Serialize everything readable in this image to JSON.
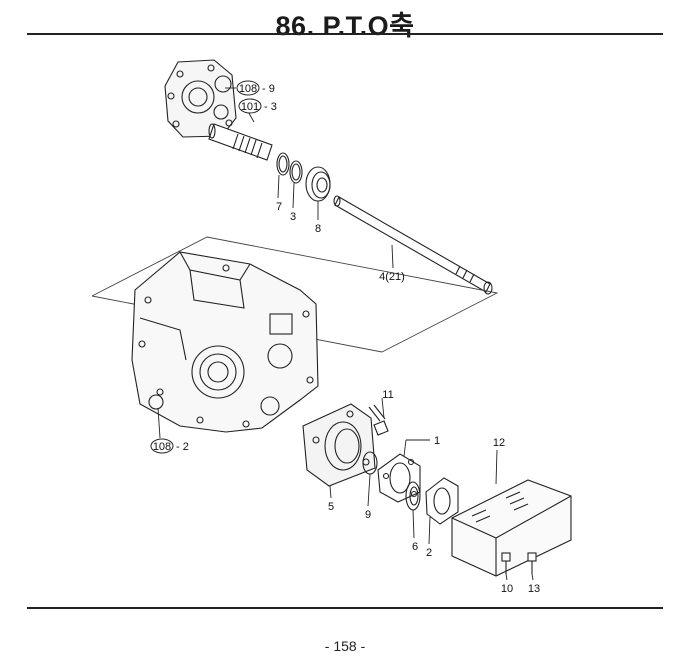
{
  "header": {
    "title": "86. P.T.O축"
  },
  "footer": {
    "page_number": "- 158 -"
  },
  "callouts": [
    {
      "id": "c-108-9",
      "ref": "108",
      "suffix": "- 9"
    },
    {
      "id": "c-101-3",
      "ref": "101",
      "suffix": "- 3"
    },
    {
      "id": "c-108-2",
      "ref": "108",
      "suffix": "- 2"
    }
  ],
  "part_labels": [
    {
      "id": "7",
      "text": "7"
    },
    {
      "id": "3",
      "text": "3"
    },
    {
      "id": "8",
      "text": "8"
    },
    {
      "id": "4-21",
      "text": "4(21)"
    },
    {
      "id": "11",
      "text": "11"
    },
    {
      "id": "1",
      "text": "1"
    },
    {
      "id": "12",
      "text": "12"
    },
    {
      "id": "5",
      "text": "5"
    },
    {
      "id": "9",
      "text": "9"
    },
    {
      "id": "6",
      "text": "6"
    },
    {
      "id": "2",
      "text": "2"
    },
    {
      "id": "10",
      "text": "10"
    },
    {
      "id": "13",
      "text": "13"
    }
  ]
}
